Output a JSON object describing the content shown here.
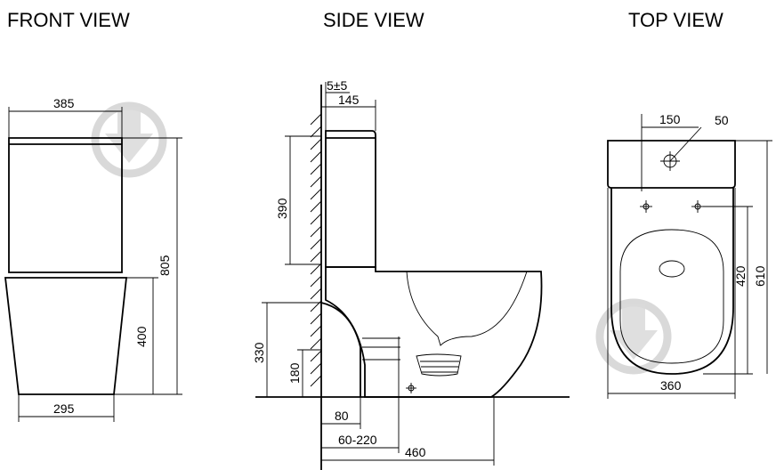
{
  "views": {
    "front": {
      "title": "FRONT VIEW",
      "dim_width_top": "385",
      "dim_height_total": "805",
      "dim_height_base": "400",
      "dim_width_bottom": "295"
    },
    "side": {
      "title": "SIDE VIEW",
      "dim_gap": "5±5",
      "dim_tank_depth": "145",
      "dim_tank_height": "390",
      "dim_outlet_height": "330",
      "dim_outlet_low": "180",
      "dim_outlet_offset": "80",
      "dim_outlet_range": "60-220",
      "dim_depth_total": "460"
    },
    "top": {
      "title": "TOP VIEW",
      "dim_hole_offset": "150",
      "dim_hole_diameter": "50",
      "dim_seat_depth": "420",
      "dim_depth_total": "610",
      "dim_width": "360"
    }
  },
  "watermark_icon": "drop-logo-icon"
}
